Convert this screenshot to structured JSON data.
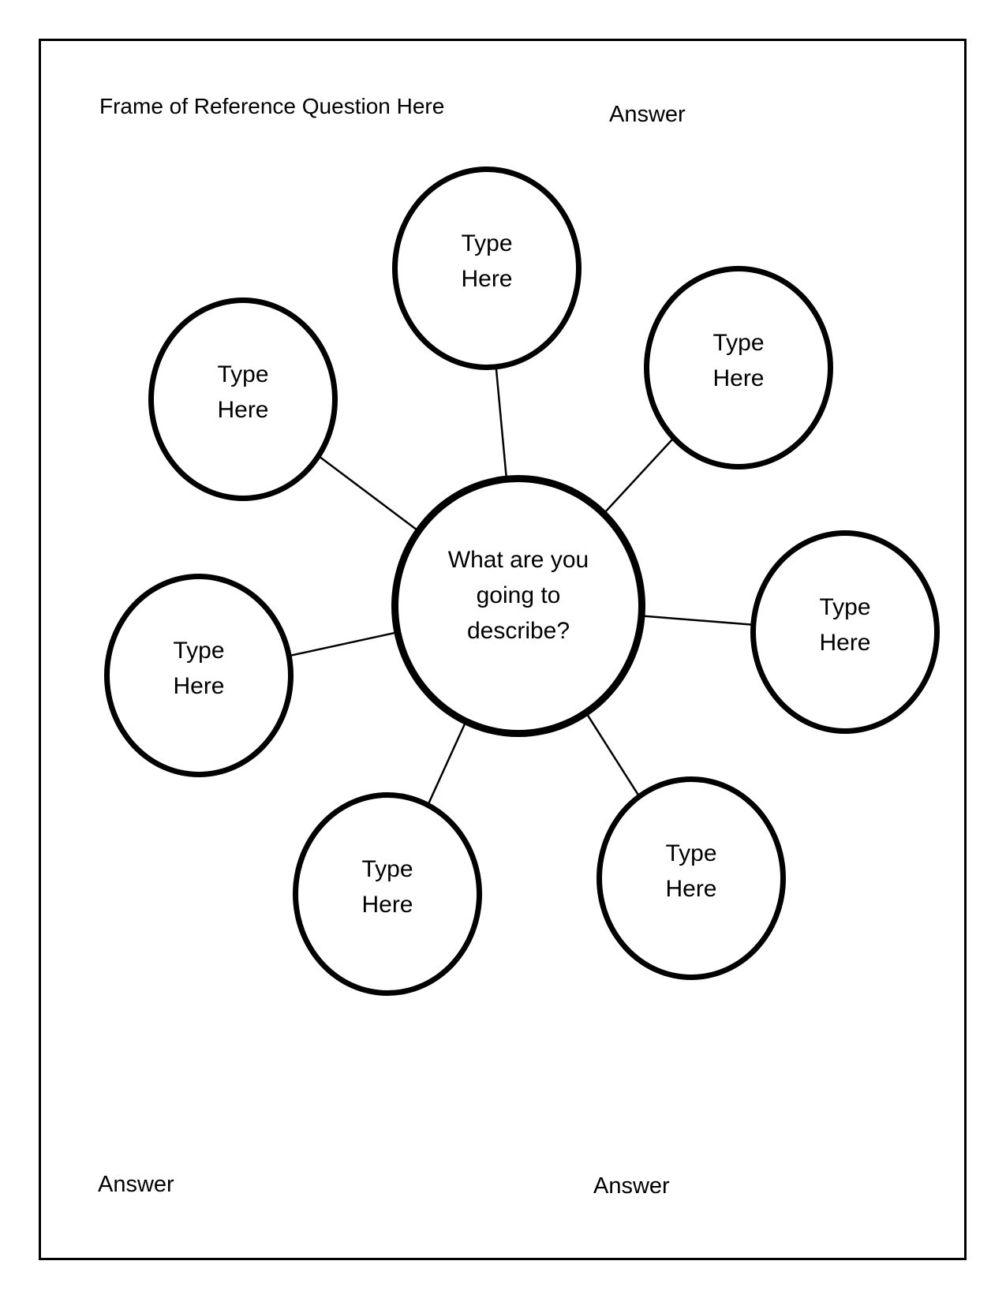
{
  "page": {
    "title": "Frame of Reference Question Here",
    "answer_top_right": "Answer",
    "answer_bottom_left": "Answer",
    "answer_bottom_center": "Answer",
    "colors": {
      "ink": "#000000",
      "paper": "#ffffff"
    }
  },
  "diagram": {
    "center_bubble": {
      "label": "What are you going to describe?",
      "lines": [
        "What are you",
        "going to",
        "describe?"
      ]
    },
    "bubbles": [
      {
        "position": "top",
        "label": "Type Here",
        "lines": [
          "Type",
          "Here"
        ]
      },
      {
        "position": "top-right",
        "label": "Type Here",
        "lines": [
          "Type",
          "Here"
        ]
      },
      {
        "position": "right",
        "label": "Type Here",
        "lines": [
          "Type",
          "Here"
        ]
      },
      {
        "position": "bottom-right",
        "label": "Type Here",
        "lines": [
          "Type",
          "Here"
        ]
      },
      {
        "position": "bottom-left",
        "label": "Type Here",
        "lines": [
          "Type",
          "Here"
        ]
      },
      {
        "position": "left",
        "label": "Type Here",
        "lines": [
          "Type",
          "Here"
        ]
      },
      {
        "position": "top-left",
        "label": "Type Here",
        "lines": [
          "Type",
          "Here"
        ]
      }
    ]
  }
}
